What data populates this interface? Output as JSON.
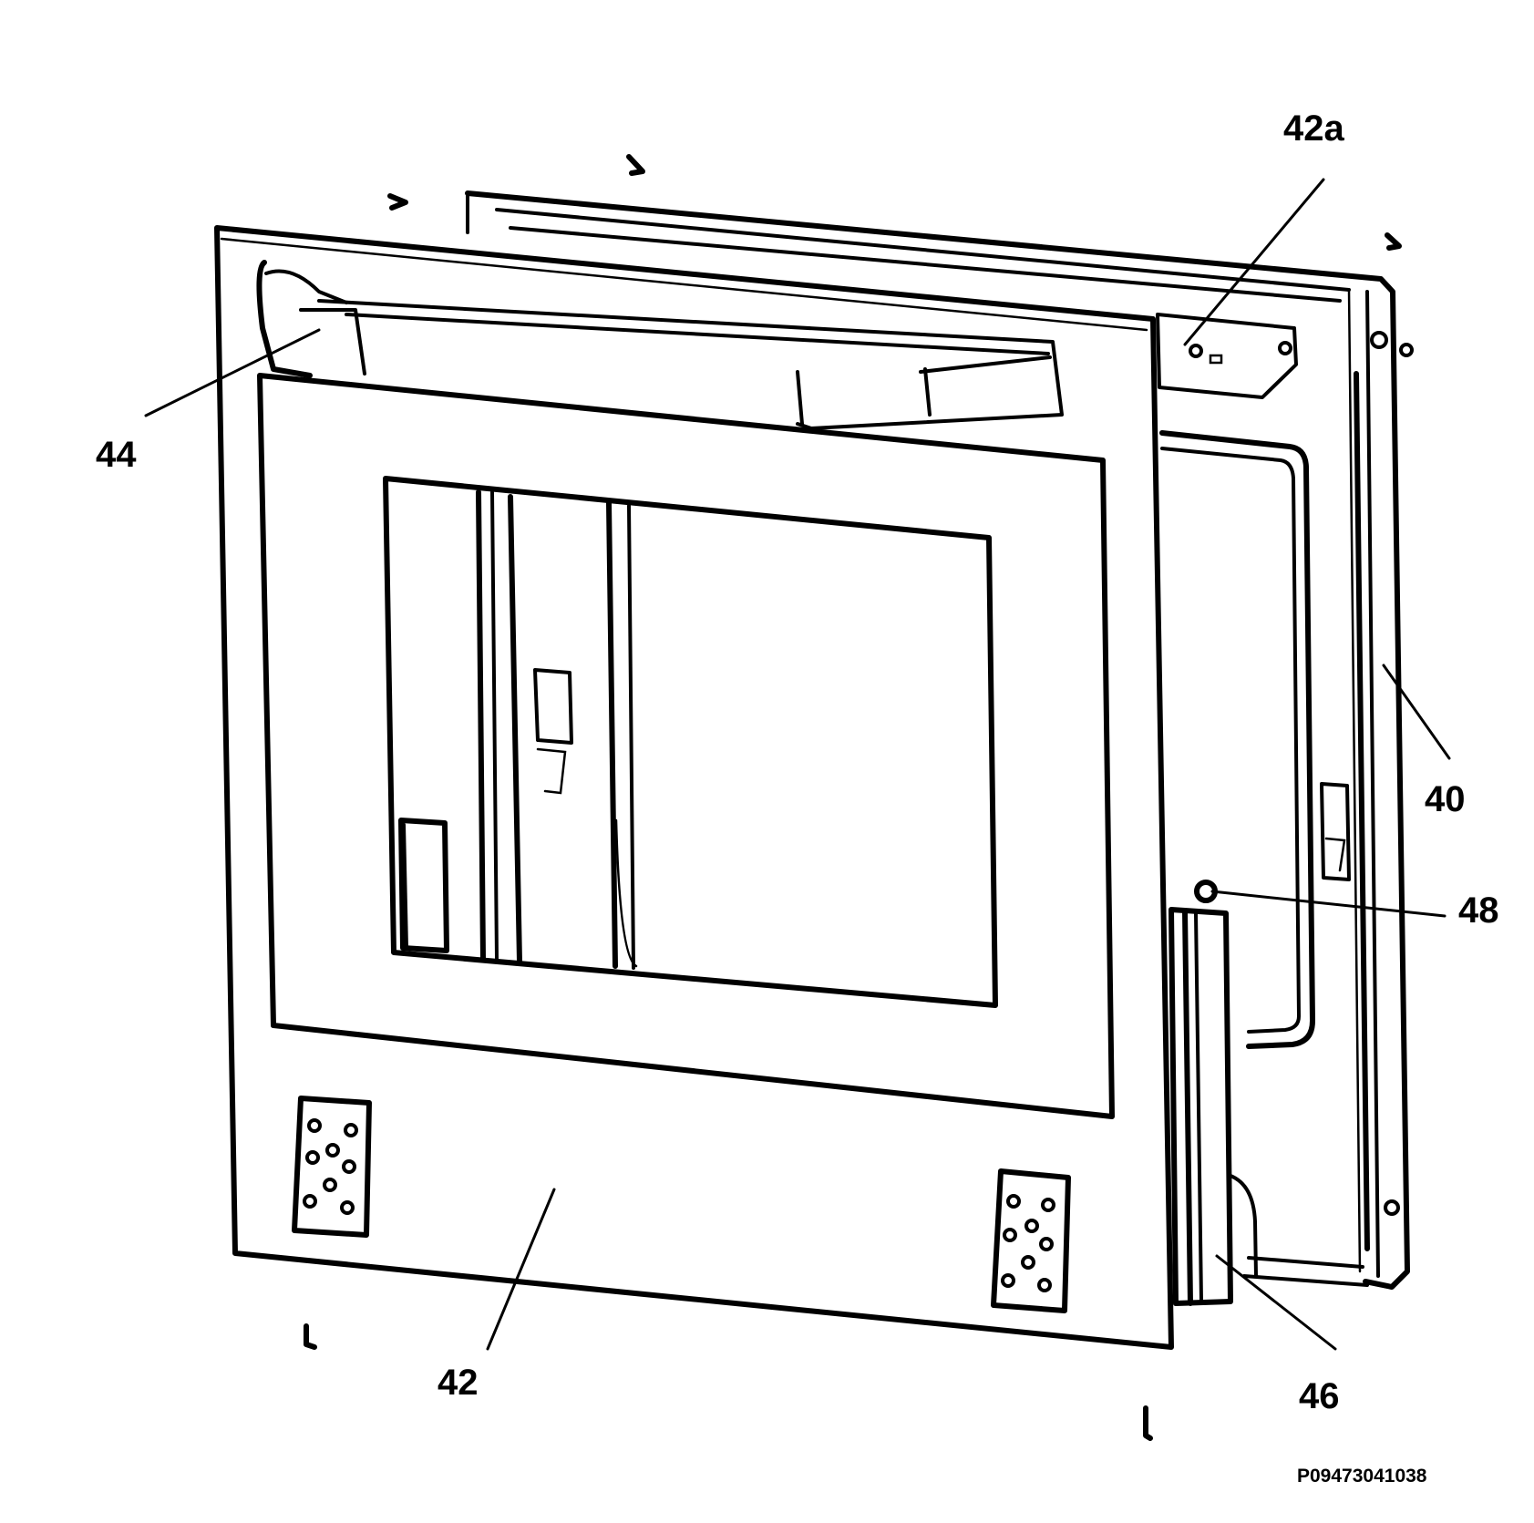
{
  "labels": {
    "l42a": "42a",
    "l44": "44",
    "l40": "40",
    "l48": "48",
    "l42": "42",
    "l46": "46"
  },
  "drawing_code": "P09473041038",
  "colors": {
    "ink": "#000000",
    "paper": "#ffffff"
  }
}
